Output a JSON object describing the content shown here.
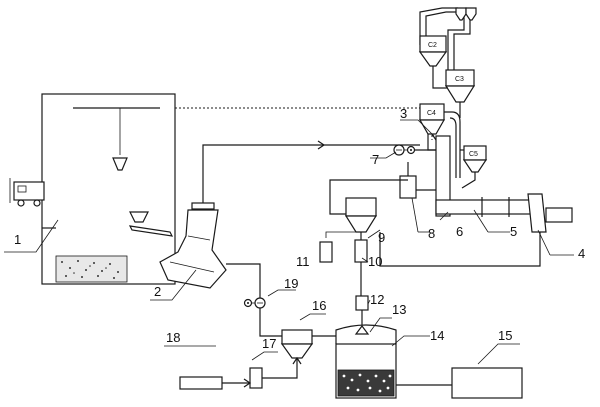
{
  "diagram": {
    "labels": {
      "l1": "1",
      "l2": "2",
      "l3": "3",
      "l4": "4",
      "l5": "5",
      "l6": "6",
      "l7": "7",
      "l8": "8",
      "l9": "9",
      "l10": "10",
      "l11": "11",
      "l12": "12",
      "l13": "13",
      "l14": "14",
      "l15": "15",
      "l16": "16",
      "l17": "17",
      "l18": "18",
      "l19": "19"
    },
    "cyclone_tags": {
      "c1": "C2",
      "c2": "C3",
      "c3": "C4",
      "c4": "C5"
    }
  }
}
